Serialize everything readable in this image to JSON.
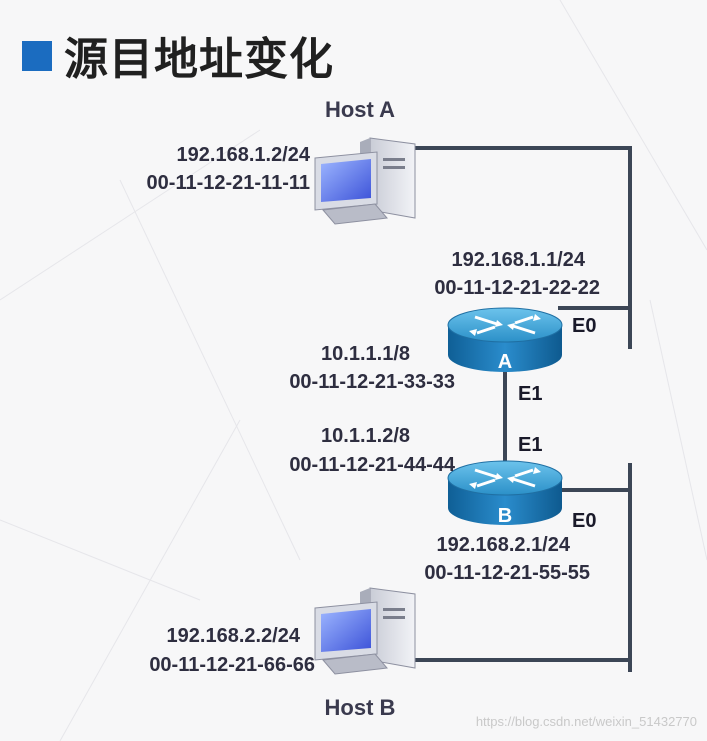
{
  "title": "源目地址变化",
  "host_a": {
    "name": "Host A",
    "ip": "192.168.1.2/24",
    "mac": "00-11-12-21-11-11"
  },
  "router_a": {
    "label": "A",
    "e0_ip": "192.168.1.1/24",
    "e0_mac": "00-11-12-21-22-22",
    "e0_label": "E0",
    "e1_ip": "10.1.1.1/8",
    "e1_mac": "00-11-12-21-33-33",
    "e1_label": "E1"
  },
  "router_b": {
    "label": "B",
    "e1_ip": "10.1.1.2/8",
    "e1_mac": "00-11-12-21-44-44",
    "e1_label": "E1",
    "e0_ip": "192.168.2.1/24",
    "e0_mac": "00-11-12-21-55-55",
    "e0_label": "E0"
  },
  "host_b": {
    "name": "Host B",
    "ip": "192.168.2.2/24",
    "mac": "00-11-12-21-66-66"
  },
  "watermark": "https://blog.csdn.net/weixin_51432770",
  "colors": {
    "title_square": "#1b6cc0",
    "link_line": "#3c4656",
    "router_body": "#1f7fb8",
    "router_top": "#3ca6d8"
  }
}
